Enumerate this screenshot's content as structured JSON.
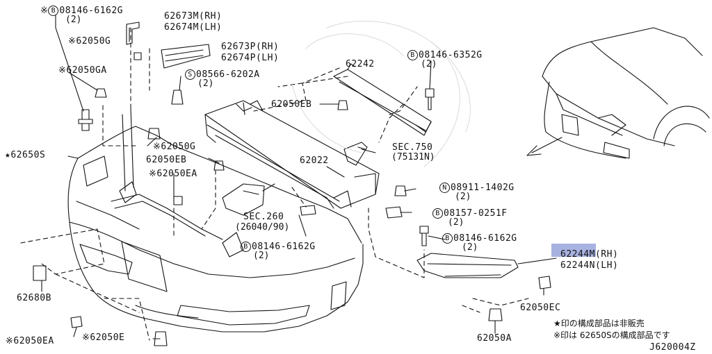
{
  "labels": {
    "bolt_08146_6162g_top": "08146-6162G",
    "bolt_08146_6162g_top_qty": "(2)",
    "b_62673m": "62673M(RH)",
    "b_62674m": "62674M(LH)",
    "c_62050g_top": "62050G",
    "b_62673p": "62673P(RH)",
    "b_62674p": "62674P(LH)",
    "screw_08566": "08566-6202A",
    "screw_08566_qty": "(2)",
    "c_62050ga": "62050GA",
    "b_62242": "62242",
    "bolt_08146_6352g": "08146-6352G",
    "bolt_08146_6352g_qty": "(2)",
    "b_62050eb_right": "62050EB",
    "star_62650s": "62650S",
    "c_62050g_mid": "62050G",
    "b_62050eb_left": "62050EB",
    "sec_750": "SEC.750",
    "sec_750_sub": "(75131N)",
    "b_62022": "62022",
    "c_62050ea_mid": "62050EA",
    "nut_08911": "08911-1402G",
    "nut_08911_qty": "(2)",
    "bolt_08157": "08157-0251F",
    "bolt_08157_qty": "(2)",
    "sec_260": "SEC.260",
    "sec_260_sub": "(26040/90)",
    "bolt_08146_6162g_right": "08146-6162G",
    "bolt_08146_6162g_right_qty": "(2)",
    "bolt_08146_6162g_mid": "08146-6162G",
    "bolt_08146_6162g_mid_qty": "(2)",
    "b_62244m": "62244M(RH)",
    "b_62244n": "62244N(LH)",
    "b_62680b": "62680B",
    "c_62050ec": "62050EC",
    "c_62050ea_bottom": "62050EA",
    "c_62050e": "62050E",
    "b_62050a": "62050A",
    "note_star": "★印の構成部品は非販売",
    "note_kome_a": "※印は 62650S",
    "note_kome_b": "の構成部品です",
    "diagram_code": "J620004Z"
  },
  "symbols": {
    "kome": "※",
    "star": "★",
    "bolt_letter": "B",
    "screw_letter": "S",
    "nut_letter": "N"
  },
  "colors": {
    "line": "#111111",
    "highlight": "#8a98d6",
    "background": "#ffffff"
  }
}
